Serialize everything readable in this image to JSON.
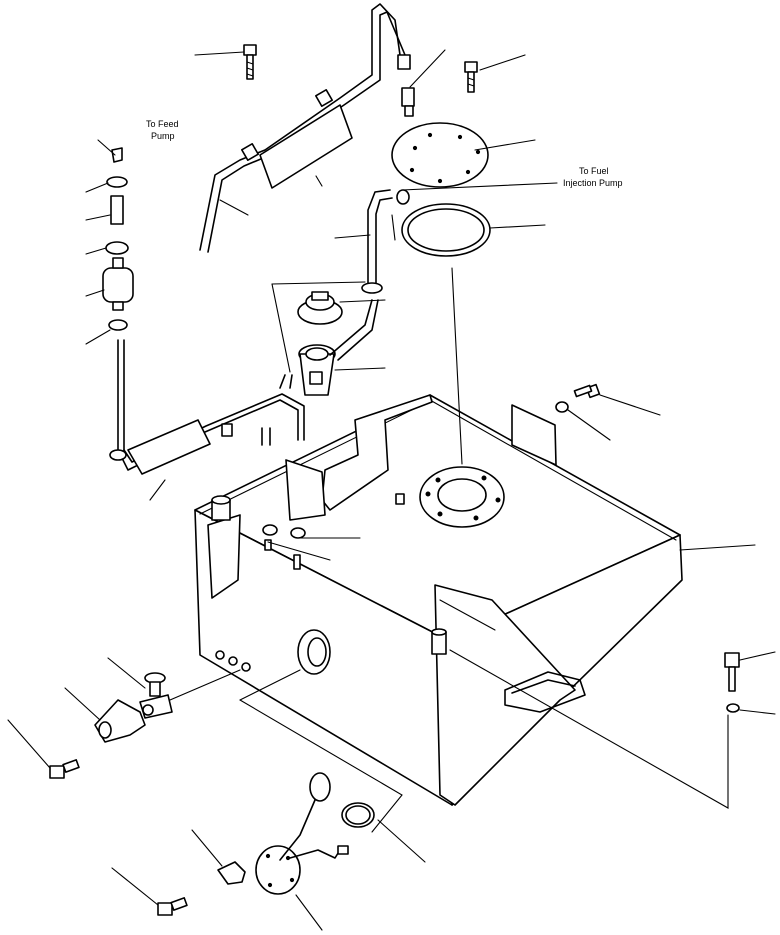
{
  "annotations": {
    "feed_pump_line1": "To Feed",
    "feed_pump_line2": "Pump",
    "injection_pump_line1": "To Fuel",
    "injection_pump_line2": "Injection Pump"
  },
  "colors": {
    "ink": "#000000",
    "paper": "#ffffff"
  }
}
